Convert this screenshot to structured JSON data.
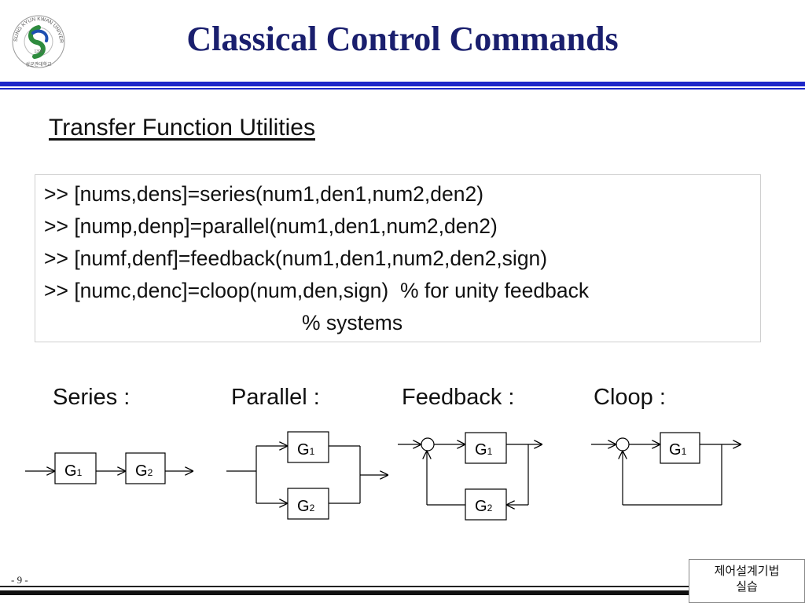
{
  "title": "Classical Control Commands",
  "subtitle": "Transfer Function Utilities",
  "code_lines": [
    ">> [nums,dens]=series(num1,den1,num2,den2)",
    ">> [nump,denp]=parallel(num1,den1,num2,den2)",
    ">> [numf,denf]=feedback(num1,den1,num2,den2,sign)",
    ">> [numc,denc]=cloop(num,den,sign)  % for unity feedback",
    "% systems"
  ],
  "captions": {
    "series": "Series :",
    "parallel": "Parallel :",
    "feedback": "Feedback :",
    "cloop": "Cloop :"
  },
  "blocks": {
    "g1": "G",
    "g2": "G",
    "sub1": "1",
    "sub2": "2"
  },
  "logo": {
    "text": "SUNG KYUN KWAN UNIVERSITY",
    "year": "1398",
    "korean": "성균관대학교"
  },
  "footer": {
    "page": "- 9 -",
    "badge_line1": "제어설계기법",
    "badge_line2": "실습"
  },
  "colors": {
    "title": "#1a1f6e",
    "rule": "#1d27c9",
    "logo_green": "#2e8b3e",
    "logo_blue": "#1d4fb0"
  }
}
